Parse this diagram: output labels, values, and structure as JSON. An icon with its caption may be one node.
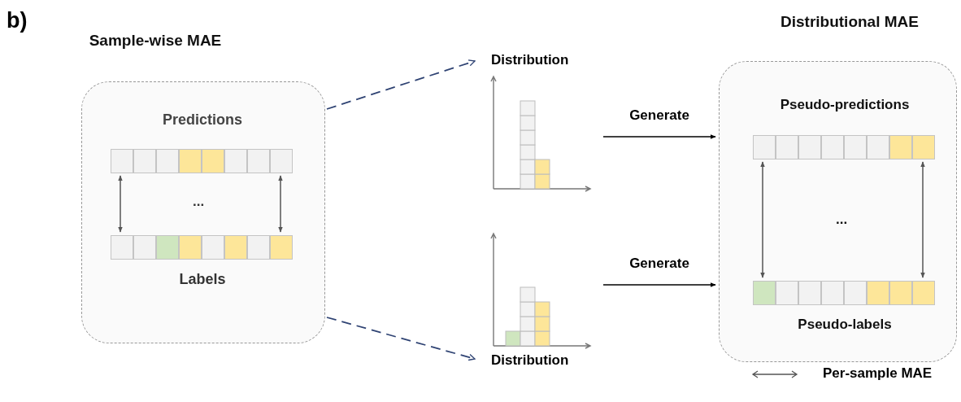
{
  "diagram": {
    "nodes": [
      {
        "text": [
          "Sample-wise MAE"
        ]
      },
      {
        "text": [
          "Predictions"
        ],
        "in": 0
      },
      {
        "text": [
          "Labels"
        ],
        "in": 0
      },
      {
        "text": [
          "Distribution"
        ]
      },
      {
        "text": [
          "Distribution"
        ]
      },
      {
        "text": [
          "Distributional MAE"
        ]
      },
      {
        "text": [
          "Pseudo-predictions"
        ],
        "in": 5
      },
      {
        "text": [
          "Pseudo-labels"
        ],
        "in": 5
      }
    ],
    "edges": [
      {
        "from": 0,
        "to": 3,
        "arrow": "to",
        "style": "dashed",
        "color": "#2f4373"
      },
      {
        "from": 0,
        "to": 4,
        "arrow": "to",
        "style": "dashed",
        "color": "#2f4373"
      },
      {
        "from": 3,
        "to": 6,
        "arrow": "to",
        "label": "Generate",
        "color": "#000000"
      },
      {
        "from": 4,
        "to": 7,
        "arrow": "to",
        "label": "Generate",
        "color": "#000000"
      },
      {
        "from": 1,
        "to": 2,
        "arrow": "both"
      },
      {
        "from": 1,
        "to": 2,
        "arrow": "both"
      },
      {
        "from": 6,
        "to": 7,
        "arrow": "both"
      },
      {
        "from": 6,
        "to": 7,
        "arrow": "both"
      }
    ],
    "labels": [
      "b)",
      "...",
      "..."
    ],
    "legend": [
      {
        "text": "Per-sample MAE"
      }
    ]
  }
}
